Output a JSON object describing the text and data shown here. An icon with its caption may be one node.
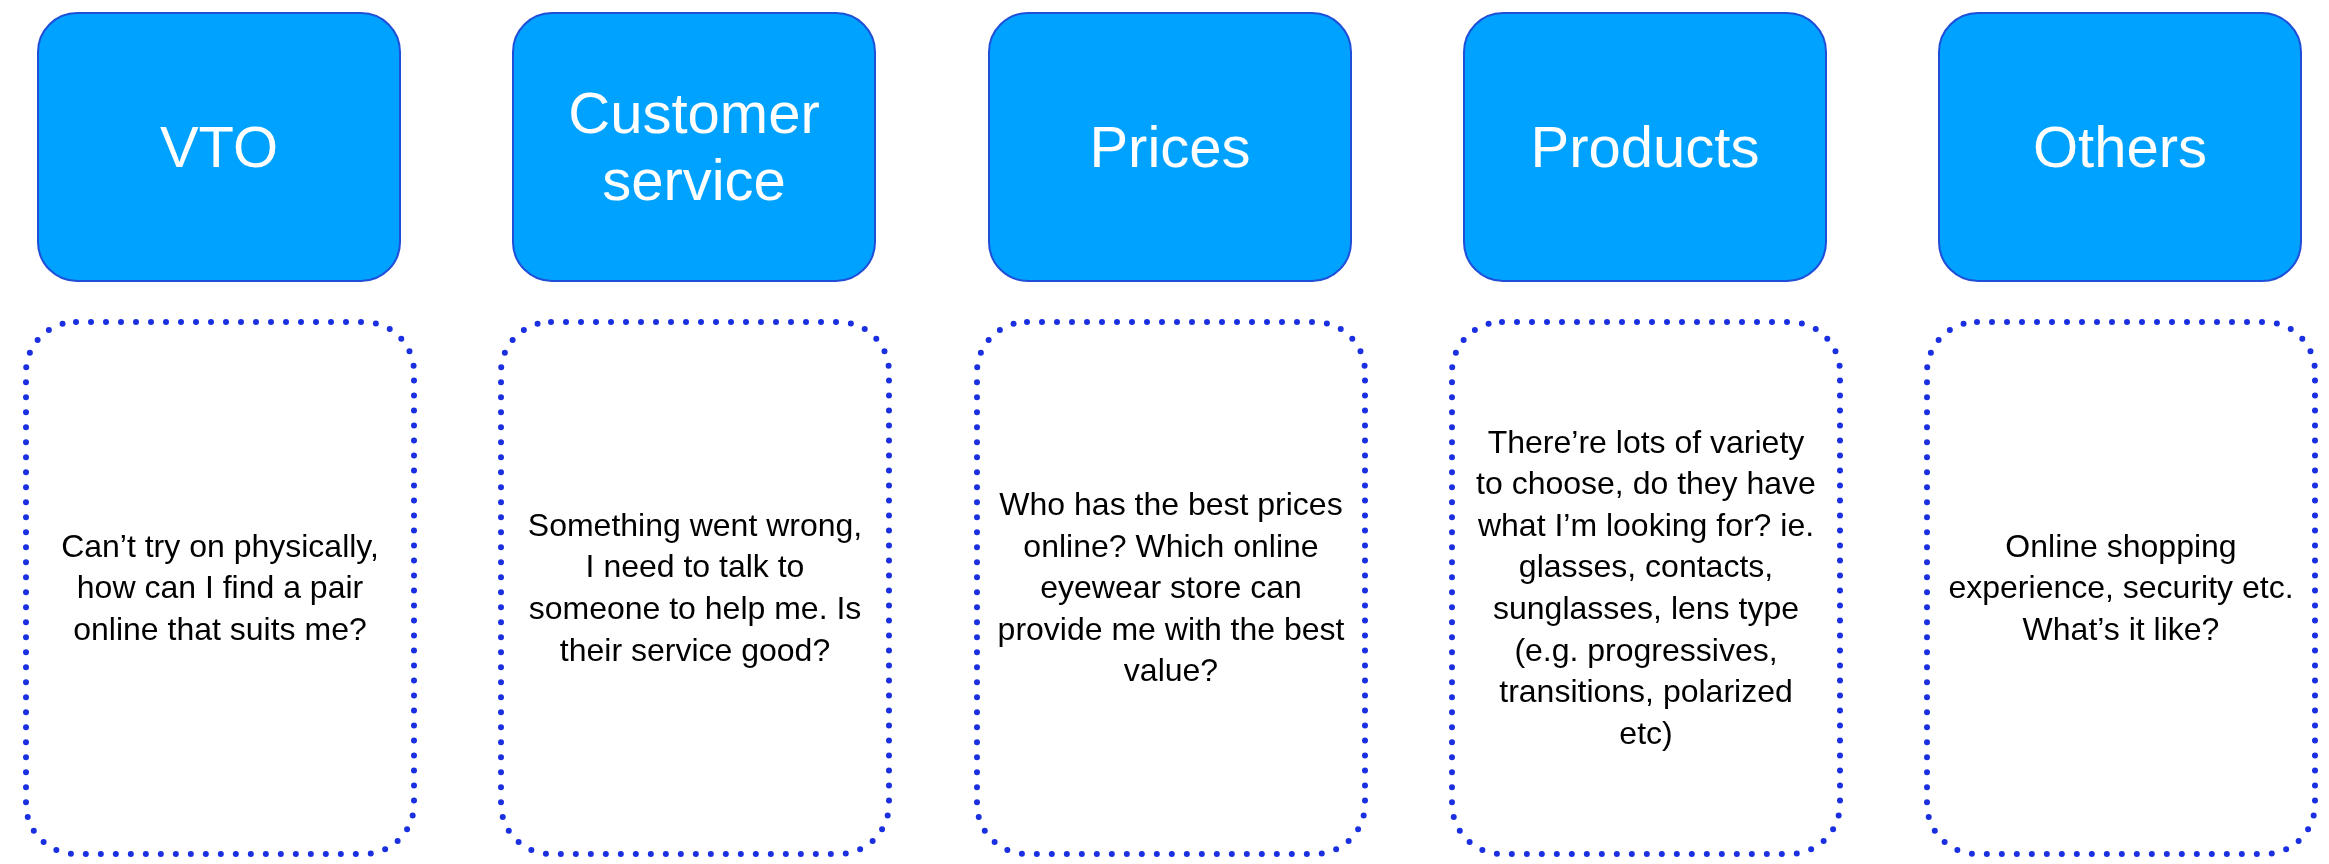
{
  "diagram": {
    "nodes": [
      {
        "text": [
          "VTO"
        ]
      },
      {
        "text": [
          "Customer service"
        ]
      },
      {
        "text": [
          "Prices"
        ]
      },
      {
        "text": [
          "Products"
        ]
      },
      {
        "text": [
          "Others"
        ]
      },
      {
        "text": [
          "Can’t try on physically, how can I find a pair online that suits me?"
        ]
      },
      {
        "text": [
          "Something went wrong, I need to talk to someone to help me. Is their service good?"
        ]
      },
      {
        "text": [
          "Who has the best prices online? Which online eyewear store can provide me with the best value?"
        ]
      },
      {
        "text": [
          "There’re lots of variety to choose, do they have what I’m looking for? ie. glasses, contacts, sunglasses, lens type (e.g. progressives, transitions, polarized etc)"
        ]
      },
      {
        "text": [
          "Online shopping experience, security etc. What’s it like?"
        ]
      }
    ]
  }
}
